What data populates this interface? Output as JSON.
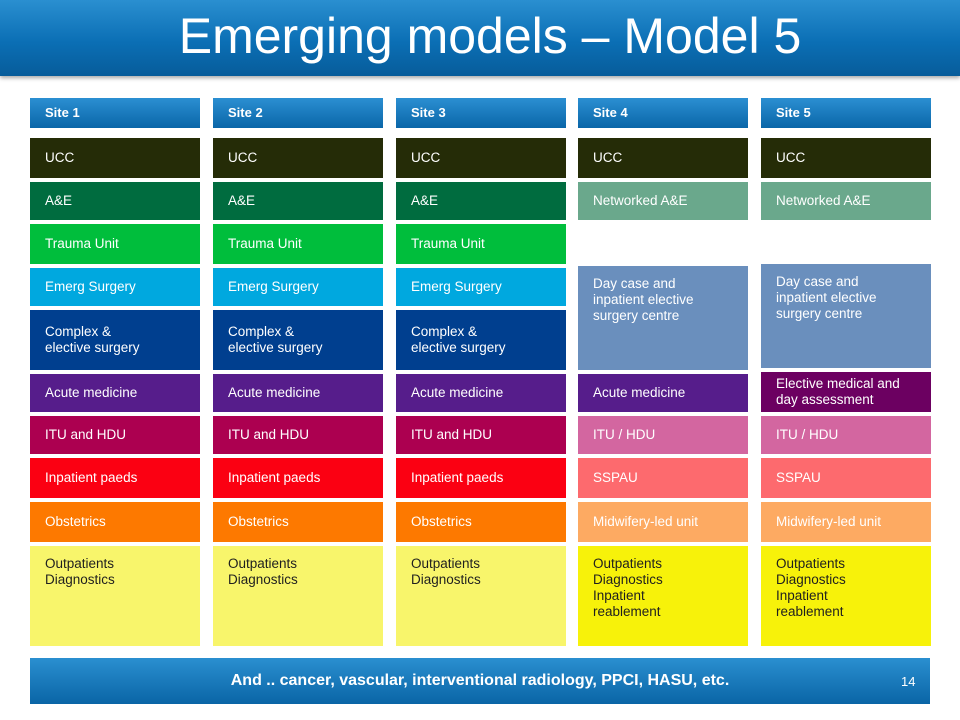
{
  "slide": {
    "title": "Emerging models – Model 5",
    "footer": "And .. cancer, vascular, interventional radiology, PPCI, HASU, etc.",
    "page_number": "14"
  },
  "sites": [
    {
      "name": "Site 1",
      "services": [
        {
          "label": "UCC",
          "color": "#252c07"
        },
        {
          "label": "A&E",
          "color": "#006c3f"
        },
        {
          "label": "Trauma Unit",
          "color": "#00be3c"
        },
        {
          "label": "Emerg Surgery",
          "color": "#00a8df"
        },
        {
          "label": "Complex &\nelective surgery",
          "color": "#003f8f"
        },
        {
          "label": "Acute medicine",
          "color": "#561d8b"
        },
        {
          "label": "ITU and HDU",
          "color": "#ac0050"
        },
        {
          "label": "Inpatient paeds",
          "color": "#fb0012"
        },
        {
          "label": "Obstetrics",
          "color": "#fd7900"
        },
        {
          "label": "Outpatients\nDiagnostics",
          "color": "#f8f56b"
        }
      ]
    },
    {
      "name": "Site 2",
      "services": [
        {
          "label": "UCC",
          "color": "#252c07"
        },
        {
          "label": "A&E",
          "color": "#006c3f"
        },
        {
          "label": "Trauma Unit",
          "color": "#00be3c"
        },
        {
          "label": "Emerg Surgery",
          "color": "#00a8df"
        },
        {
          "label": "Complex &\nelective surgery",
          "color": "#003f8f"
        },
        {
          "label": "Acute medicine",
          "color": "#561d8b"
        },
        {
          "label": "ITU and HDU",
          "color": "#ac0050"
        },
        {
          "label": "Inpatient paeds",
          "color": "#fb0012"
        },
        {
          "label": "Obstetrics",
          "color": "#fd7900"
        },
        {
          "label": "Outpatients\nDiagnostics",
          "color": "#f8f56b"
        }
      ]
    },
    {
      "name": "Site 3",
      "services": [
        {
          "label": "UCC",
          "color": "#252c07"
        },
        {
          "label": "A&E",
          "color": "#006c3f"
        },
        {
          "label": "Trauma Unit",
          "color": "#00be3c"
        },
        {
          "label": "Emerg Surgery",
          "color": "#00a8df"
        },
        {
          "label": "Complex &\nelective surgery",
          "color": "#003f8f"
        },
        {
          "label": "Acute medicine",
          "color": "#561d8b"
        },
        {
          "label": "ITU and HDU",
          "color": "#ac0050"
        },
        {
          "label": "Inpatient paeds",
          "color": "#fb0012"
        },
        {
          "label": "Obstetrics",
          "color": "#fd7900"
        },
        {
          "label": "Outpatients\nDiagnostics",
          "color": "#f8f56b"
        }
      ]
    },
    {
      "name": "Site 4",
      "services": [
        {
          "label": "UCC",
          "color": "#252c07"
        },
        {
          "label": "Networked A&E",
          "color": "#6aa88c"
        },
        {
          "label": "Day case and\ninpatient elective\nsurgery centre",
          "color": "#6a8fbd"
        },
        {
          "label": "Acute medicine",
          "color": "#561d8b"
        },
        {
          "label": "ITU / HDU",
          "color": "#d366a0"
        },
        {
          "label": "SSPAU",
          "color": "#fd6a6e"
        },
        {
          "label": "Midwifery-led unit",
          "color": "#fdaa62"
        },
        {
          "label": "Outpatients\nDiagnostics\nInpatient\nreablement",
          "color": "#f7f20a"
        }
      ]
    },
    {
      "name": "Site 5",
      "services": [
        {
          "label": "UCC",
          "color": "#252c07"
        },
        {
          "label": "Networked A&E",
          "color": "#6aa88c"
        },
        {
          "label": "Day case and\ninpatient elective\nsurgery centre",
          "color": "#6a8fbd"
        },
        {
          "label": "Elective medical and\nday assessment",
          "color": "#6c0061"
        },
        {
          "label": "ITU / HDU",
          "color": "#d366a0"
        },
        {
          "label": "SSPAU",
          "color": "#fd6a6e"
        },
        {
          "label": "Midwifery-led unit",
          "color": "#fdaa62"
        },
        {
          "label": "Outpatients\nDiagnostics\nInpatient\nreablement",
          "color": "#f7f20a"
        }
      ]
    }
  ]
}
